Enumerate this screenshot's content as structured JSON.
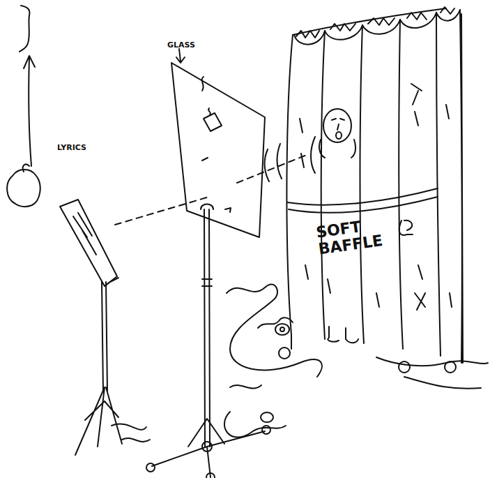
{
  "diagram": {
    "nodes": [
      {
        "text": [
          "SOFT BAFFLE"
        ]
      }
    ],
    "labels": [
      "GLASS",
      "LYRICS"
    ]
  }
}
